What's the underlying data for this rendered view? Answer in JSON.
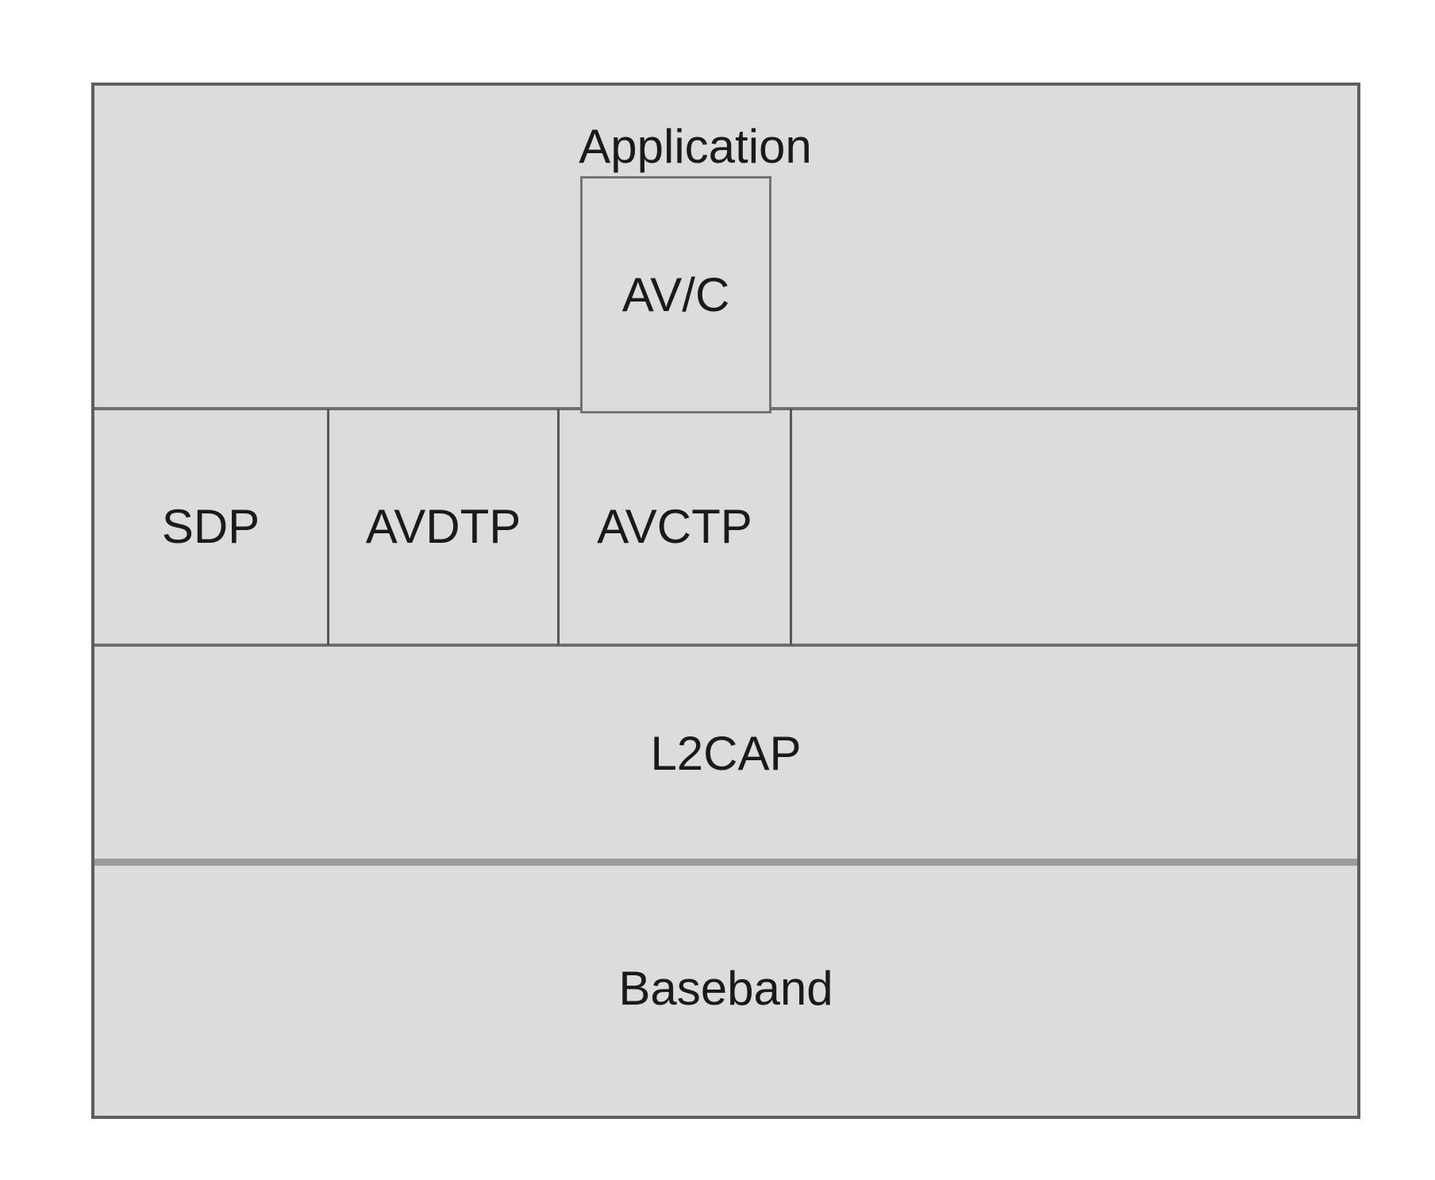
{
  "diagram": {
    "type": "protocol-stack",
    "layers": [
      {
        "id": "application",
        "label": "Application"
      },
      {
        "id": "avc",
        "label": "AV/C"
      },
      {
        "id": "sdp",
        "label": "SDP"
      },
      {
        "id": "avdtp",
        "label": "AVDTP"
      },
      {
        "id": "avctp",
        "label": "AVCTP"
      },
      {
        "id": "l2cap",
        "label": "L2CAP"
      },
      {
        "id": "baseband",
        "label": "Baseband"
      }
    ],
    "colors": {
      "box_fill": "#dcdcdc",
      "outer_border": "#5e5e5e",
      "inner_line": "#565656",
      "row_divider": "#6e6e6e",
      "thick_divider": "#9c9c9c",
      "avc_border": "#747474",
      "text": "#1a1a1a",
      "background": "#ffffff"
    }
  }
}
